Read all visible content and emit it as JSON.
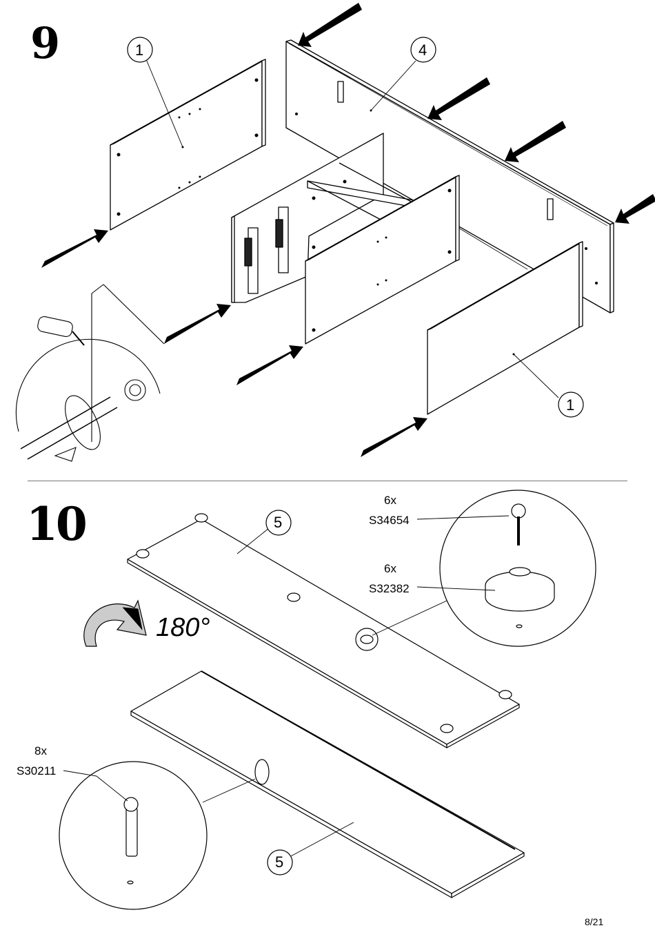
{
  "steps": [
    {
      "number": "9",
      "part_labels": [
        "1",
        "4",
        "1"
      ]
    },
    {
      "number": "10",
      "rotation_label": "180°",
      "part_labels": [
        "5",
        "5"
      ],
      "hardware": [
        {
          "count": "6x",
          "code": "S34654"
        },
        {
          "count": "6x",
          "code": "S32382"
        },
        {
          "count": "8x",
          "code": "S30211"
        }
      ]
    }
  ],
  "page_number": "8/21",
  "colors": {
    "ink": "#000000",
    "panel": "#ffffff",
    "divider": "#777777"
  }
}
